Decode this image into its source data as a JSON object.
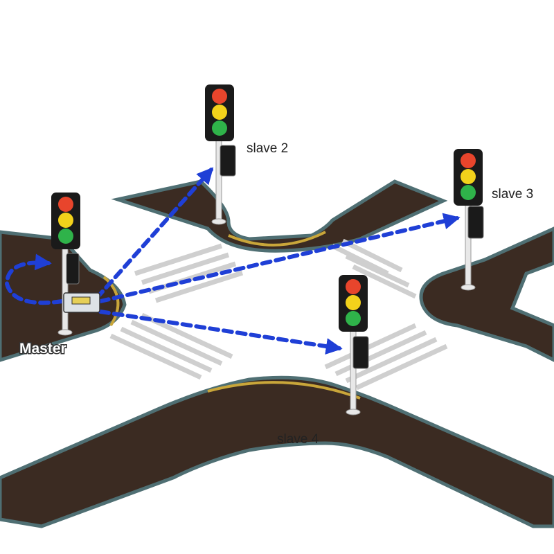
{
  "labels": {
    "master": "Master",
    "slave2": "slave 2",
    "slave3": "slave 3",
    "slave4": "slave 4"
  },
  "colors": {
    "road": "#3b2b22",
    "curb": "#4f6f73",
    "sidewalk_edge": "#6b8286",
    "crosswalk_stripe": "#cfcfcf",
    "signal_red": "#e8452c",
    "signal_yellow": "#f3d21b",
    "signal_green": "#2fb34a",
    "signal_housing": "#1a1a1a",
    "arrow": "#1f3fd6",
    "pole": "#e8e8e8",
    "curb_paint": "#c9a63a"
  },
  "icons": {
    "traffic_light": "traffic-light-icon",
    "controller_box": "controller-box-icon",
    "pedestrian_push_button": "push-button-icon"
  }
}
